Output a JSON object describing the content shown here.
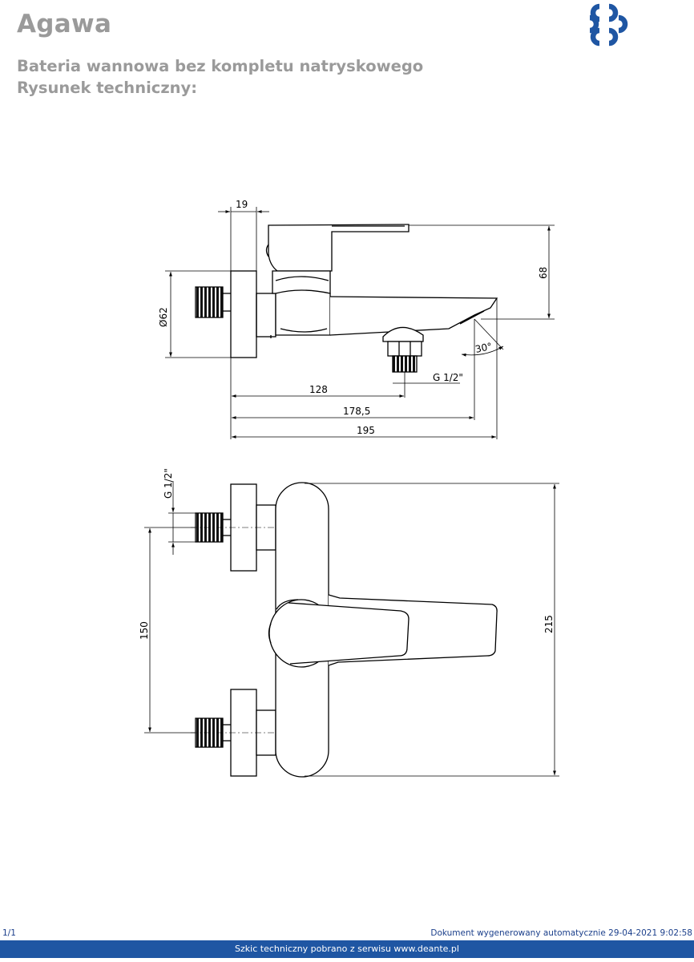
{
  "header": {
    "title": "Agawa",
    "subtitle_line1": "Bateria wannowa bez kompletu natryskowego",
    "subtitle_line2": "Rysunek techniczny:",
    "logo_icon": "deante-logo-icon",
    "logo_color": "#1f56a3"
  },
  "drawing_side": {
    "dim_top_width": "19",
    "dim_height": "68",
    "dim_diameter": "Ø62",
    "dim_angle": "30°",
    "dim_thread": "G 1/2\"",
    "dim_128": "128",
    "dim_178": "178,5",
    "dim_195": "195"
  },
  "drawing_front": {
    "dim_thread": "G 1/2\"",
    "dim_spacing": "150",
    "dim_height": "215"
  },
  "footer": {
    "page": "1/1",
    "generated": "Dokument wygenerowany automatycznie 29-04-2021 9:02:58",
    "source": "Szkic techniczny pobrano z serwisu www.deante.pl"
  }
}
